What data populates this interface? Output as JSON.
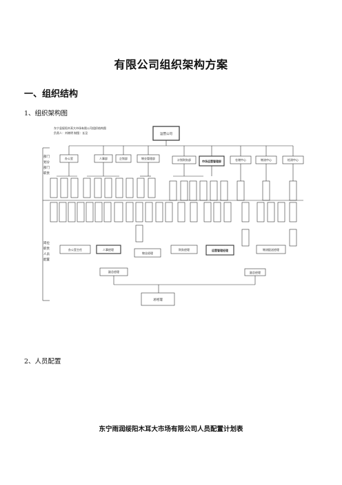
{
  "doc": {
    "title": "有限公司组织架构方案",
    "section1": "一、组织结构",
    "sub1": "1、组织架构图",
    "sub2": "2、人员配置",
    "bottom_title": "东宁雨润绥阳木耳大市场有限公司人员配置计划表"
  },
  "chart": {
    "header_line1": "东宁县绥阳木耳大市场有限公司组织结构图",
    "header_line2": "负责人：刘晓明                    制图：长见",
    "top_box": "运营公司",
    "left_top": [
      "部门",
      "划分",
      "部门",
      "职责"
    ],
    "left_bottom": [
      "岗位",
      "职责",
      "人员",
      "配置"
    ],
    "departments": [
      "办公室",
      "人事部",
      "企划部",
      "物业管理部",
      "计划财务部",
      "市场运营管理部",
      "仓储中心",
      "物流中心",
      "检测中心"
    ],
    "managers_row1": [
      "办公室主任",
      "人事经理",
      "",
      "物业经理",
      "财务经理",
      "运营管理经理",
      "",
      "物流配送经理"
    ],
    "managers_row2": [
      "副总经理",
      "副总经理"
    ],
    "general_manager": "总经理"
  }
}
